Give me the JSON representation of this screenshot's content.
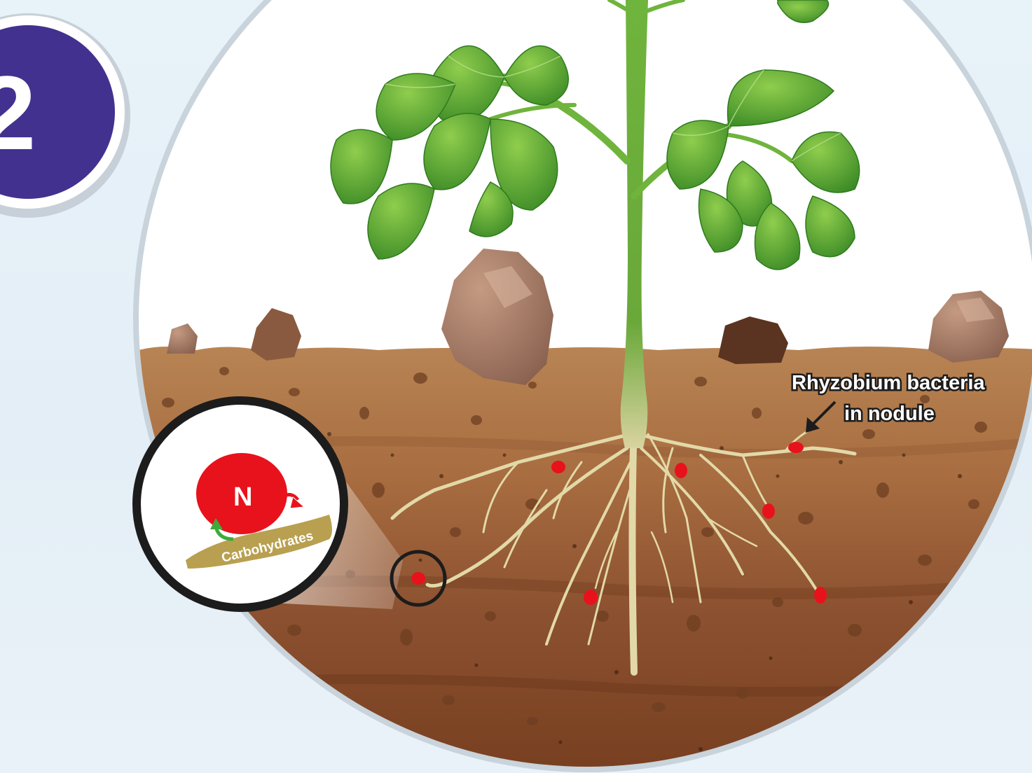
{
  "badge": {
    "number": "2",
    "color": "#43318f"
  },
  "callout": {
    "line1": "Rhyzobium bacteria",
    "line2": "in nodule"
  },
  "inset": {
    "element_symbol": "N",
    "carbohydrates_label": "Carbohydrates"
  },
  "colors": {
    "nodule_red": "#e8121c",
    "soil_top": "#b57a4a",
    "soil_mid": "#9a5f35",
    "soil_deep": "#7f4725",
    "stem_green": "#6fb03b",
    "leaf_green": "#4f9a2c",
    "root_beige": "#e2d9a8",
    "carbohydrate_olive": "#b8a050"
  },
  "icons": {
    "plant": "plant-illustration",
    "nodule": "red-dot-nodule",
    "arrow": "black-arrow-pointer",
    "exchange_arrows": "green-red-curved-arrows"
  }
}
